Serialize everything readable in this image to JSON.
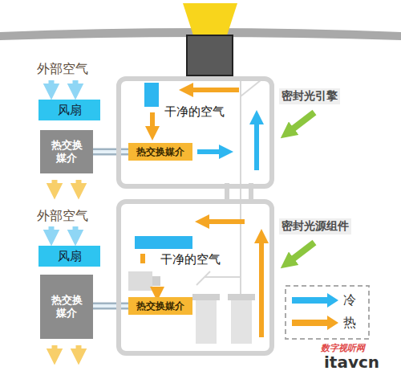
{
  "diagram": {
    "nodes": [
      {
        "text": [
          "风扇"
        ]
      },
      {
        "text": [
          "热交换媒介"
        ]
      },
      {
        "text": [
          "干净的空气"
        ]
      },
      {
        "text": [
          "热交换媒介"
        ],
        "in": 2
      },
      {
        "text": [
          "风扇"
        ]
      },
      {
        "text": [
          "热交换媒介"
        ]
      },
      {
        "text": [
          "干净的空气"
        ]
      },
      {
        "text": [
          "热交换媒介"
        ],
        "in": 6
      }
    ],
    "edges": [
      {
        "from": 1,
        "to": 3,
        "arrow": "none"
      },
      {
        "from": 5,
        "to": 7,
        "arrow": "none"
      }
    ],
    "labels": [
      "外部空气",
      "外部空气",
      "密封光引擎",
      "密封光源组件",
      "数字视听网",
      "itavcn"
    ],
    "legend": [
      {
        "text": "冷",
        "color": "#2eb6f0"
      },
      {
        "text": "热",
        "color": "#f5a623"
      }
    ]
  }
}
